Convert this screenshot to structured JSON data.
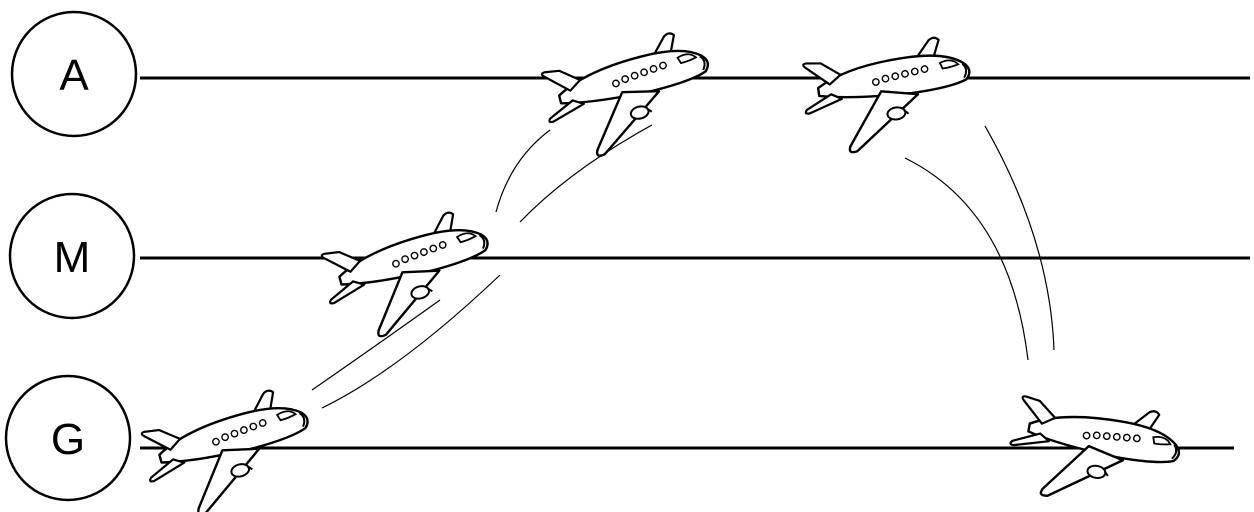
{
  "levels": [
    {
      "key": "A",
      "label": "A"
    },
    {
      "key": "M",
      "label": "M"
    },
    {
      "key": "G",
      "label": "G"
    }
  ],
  "planes": [
    {
      "id": "g-start"
    },
    {
      "id": "m-climb"
    },
    {
      "id": "a-first"
    },
    {
      "id": "a-second"
    },
    {
      "id": "g-end"
    }
  ],
  "colors": {
    "ink": "#000000",
    "background": "#ffffff"
  }
}
